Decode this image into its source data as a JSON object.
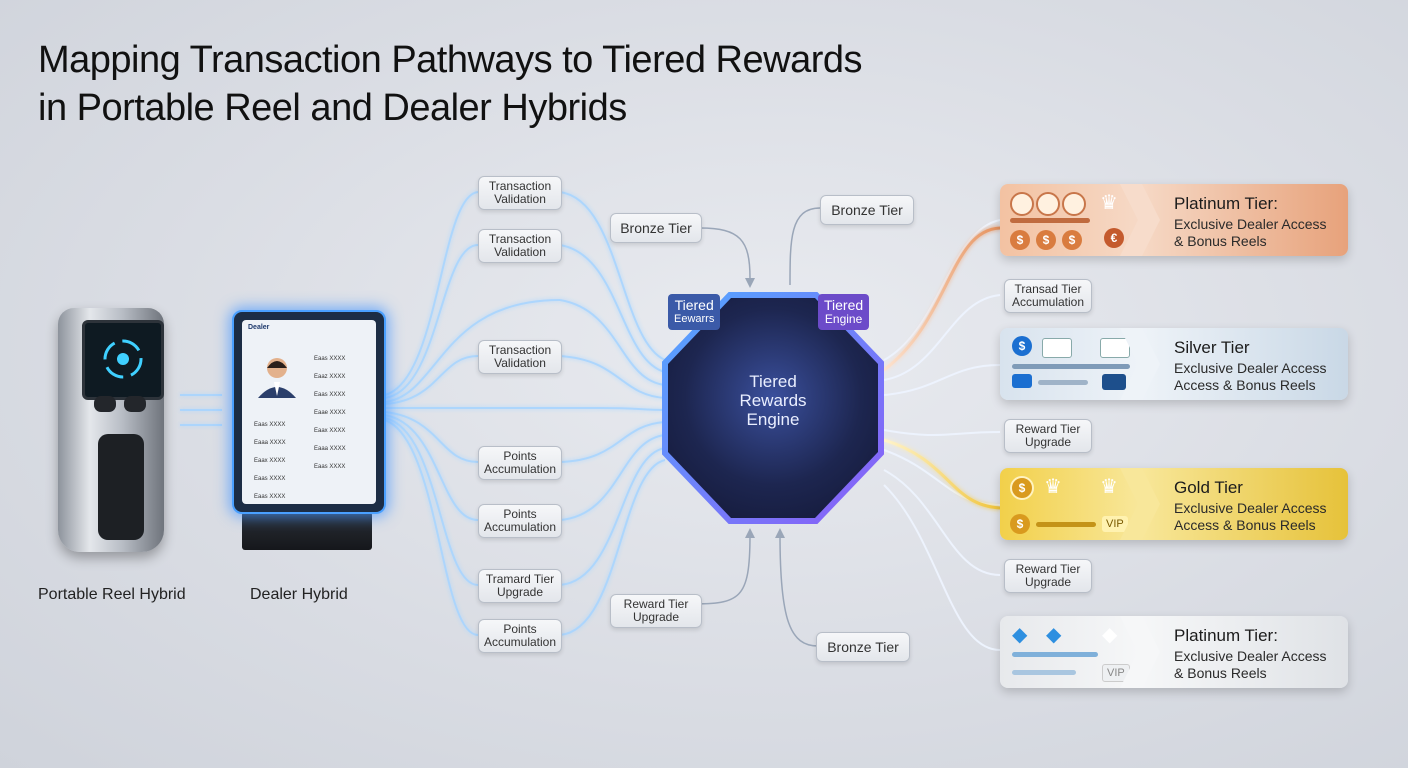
{
  "title": {
    "line1": "Mapping Transaction Pathways to Tiered Rewards",
    "line2": "in Portable Reel and Dealer Hybrids"
  },
  "devices": {
    "portable": "Portable Reel Hybrid",
    "dealer": "Dealer Hybrid"
  },
  "left_pills": [
    {
      "line1": "Transaction",
      "line2": "Validation"
    },
    {
      "line1": "Transaction",
      "line2": "Validation"
    },
    {
      "line1": "Transaction",
      "line2": "Validation"
    },
    {
      "line1": "Points",
      "line2": "Accumulation"
    },
    {
      "line1": "Points",
      "line2": "Accumulation"
    },
    {
      "line1": "Tramard Tier",
      "line2": "Upgrade"
    },
    {
      "line1": "Points",
      "line2": "Accumulation"
    }
  ],
  "mid_pills": {
    "top_left": "Bronze Tier",
    "top_right": "Bronze Tier",
    "bottom_left": {
      "line1": "Reward Tier",
      "line2": "Upgrade"
    },
    "bottom_right": "Bronze Tier"
  },
  "engine": {
    "line1": "Tiered",
    "line2": "Rewards",
    "line3": "Engine",
    "tag_left": {
      "line1": "Tiered",
      "line2": "Eewarrs"
    },
    "tag_right": {
      "line1": "Tiered",
      "line2": "Engine"
    }
  },
  "right_pills": [
    {
      "line1": "Transad Tier",
      "line2": "Accumulation"
    },
    {
      "line1": "Reward Tier",
      "line2": "Upgrade"
    },
    {
      "line1": "Reward Tier",
      "line2": "Upgrade"
    }
  ],
  "tiers": [
    {
      "name": "Platinum Tier:",
      "desc1": "Exclusive Dealer Access",
      "desc2": "& Bonus Reels",
      "accent": "#e9a27a"
    },
    {
      "name": "Silver Tier",
      "desc1": "Exclusive Dealer Access",
      "desc2": "Access & Bonus Reels",
      "accent": "#a9c2da"
    },
    {
      "name": "Gold Tier",
      "desc1": "Exclusive Dealer Access",
      "desc2": "Access & Bonus Reels",
      "accent": "#e6c23a"
    },
    {
      "name": "Platinum Tier:",
      "desc1": "Exclusive Dealer Access",
      "desc2": "& Bonus Reels",
      "accent": "#e3e5e8"
    }
  ],
  "tablet": {
    "header": "Dealer",
    "rows": [
      "Eaas XXXX",
      "Eaaz XXXX",
      "Eaas XXXX",
      "Eaae XXXX",
      "Eaax XXXX",
      "Eaaa XXXX",
      "Eaas XXXX"
    ],
    "rows_left": [
      "Eaas XXXX",
      "Eaaa XXXX",
      "Eaax XXXX",
      "Eaas XXXX",
      "Eaas XXXX"
    ]
  },
  "icons": [
    "portable-device-icon",
    "tablet-icon",
    "avatar-icon",
    "coin-icon",
    "crown-icon",
    "card-icon",
    "diamond-icon",
    "vip-badge-icon"
  ],
  "colors": {
    "flow": "#9fd2ff",
    "flow_glow": "#cfe8ff",
    "engine_blue": "#52a8ff",
    "engine_purple": "#8b5cf6",
    "gold": "#f0c43a",
    "copper": "#e5915d"
  }
}
